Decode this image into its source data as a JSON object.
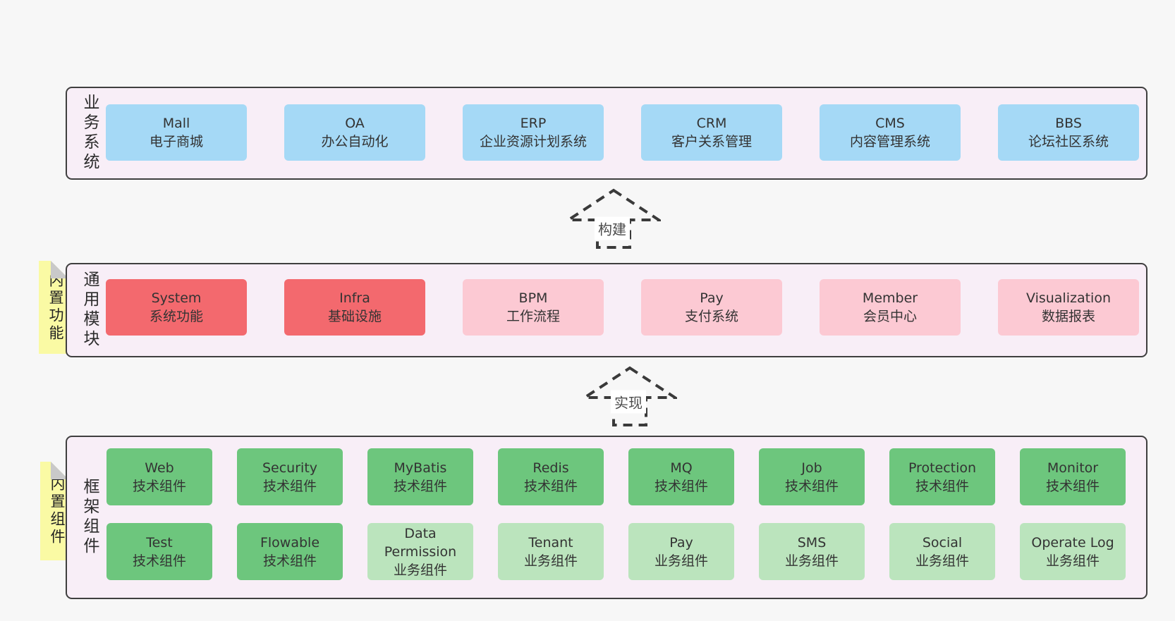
{
  "diagram": {
    "layers": {
      "business": {
        "label": "业务系统",
        "boxes": [
          {
            "name": "Mall",
            "desc": "电子商城",
            "variant": "blue"
          },
          {
            "name": "OA",
            "desc": "办公自动化",
            "variant": "blue"
          },
          {
            "name": "ERP",
            "desc": "企业资源计划系统",
            "variant": "blue"
          },
          {
            "name": "CRM",
            "desc": "客户关系管理",
            "variant": "blue"
          },
          {
            "name": "CMS",
            "desc": "内容管理系统",
            "variant": "blue"
          },
          {
            "name": "BBS",
            "desc": "论坛社区系统",
            "variant": "blue"
          }
        ]
      },
      "modules": {
        "label": "通用模块",
        "note": "内置功能",
        "boxes": [
          {
            "name": "System",
            "desc": "系统功能",
            "variant": "red"
          },
          {
            "name": "Infra",
            "desc": "基础设施",
            "variant": "red"
          },
          {
            "name": "BPM",
            "desc": "工作流程",
            "variant": "pink"
          },
          {
            "name": "Pay",
            "desc": "支付系统",
            "variant": "pink"
          },
          {
            "name": "Member",
            "desc": "会员中心",
            "variant": "pink"
          },
          {
            "name": "Visualization",
            "desc": "数据报表",
            "variant": "pink"
          }
        ]
      },
      "components": {
        "label": "框架组件",
        "note": "内置组件",
        "rows": [
          [
            {
              "name": "Web",
              "desc": "技术组件",
              "variant": "green"
            },
            {
              "name": "Security",
              "desc": "技术组件",
              "variant": "green"
            },
            {
              "name": "MyBatis",
              "desc": "技术组件",
              "variant": "green"
            },
            {
              "name": "Redis",
              "desc": "技术组件",
              "variant": "green"
            },
            {
              "name": "MQ",
              "desc": "技术组件",
              "variant": "green"
            },
            {
              "name": "Job",
              "desc": "技术组件",
              "variant": "green"
            },
            {
              "name": "Protection",
              "desc": "技术组件",
              "variant": "green"
            },
            {
              "name": "Monitor",
              "desc": "技术组件",
              "variant": "green"
            }
          ],
          [
            {
              "name": "Test",
              "desc": "技术组件",
              "variant": "green"
            },
            {
              "name": "Flowable",
              "desc": "技术组件",
              "variant": "green"
            },
            {
              "name": "Data Permission",
              "desc": "业务组件",
              "variant": "lightgreen"
            },
            {
              "name": "Tenant",
              "desc": "业务组件",
              "variant": "lightgreen"
            },
            {
              "name": "Pay",
              "desc": "业务组件",
              "variant": "lightgreen"
            },
            {
              "name": "SMS",
              "desc": "业务组件",
              "variant": "lightgreen"
            },
            {
              "name": "Social",
              "desc": "业务组件",
              "variant": "lightgreen"
            },
            {
              "name": "Operate Log",
              "desc": "业务组件",
              "variant": "lightgreen"
            }
          ]
        ]
      }
    },
    "arrows": [
      {
        "label": "构建"
      },
      {
        "label": "实现"
      }
    ],
    "colors": {
      "page_bg": "#f7f7f7",
      "container_bg": "#f8eef7",
      "container_border": "#3f3f3f",
      "blue": "#a5d9f6",
      "red": "#f3696e",
      "pink": "#fcc9d3",
      "green": "#6dc67d",
      "light_green": "#bbe4bd",
      "note_yellow": "#fafaa4",
      "note_fold_grey": "#c9c9c9",
      "text": "#333333"
    }
  }
}
